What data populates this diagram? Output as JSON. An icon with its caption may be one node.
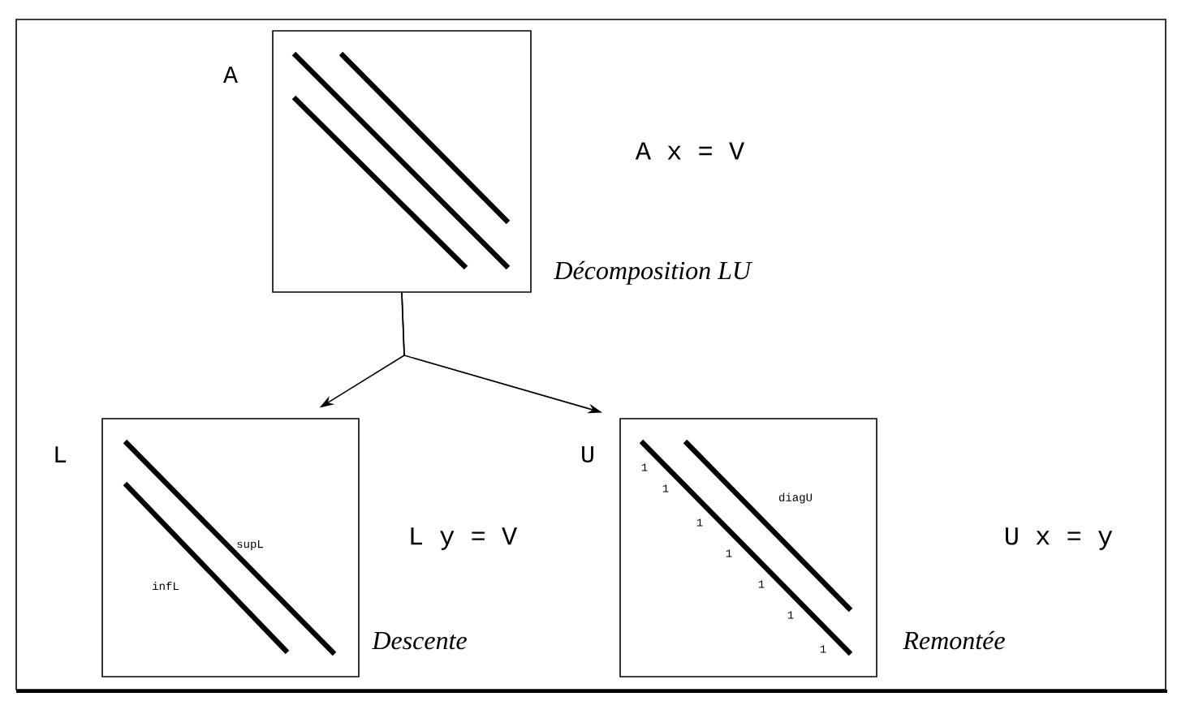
{
  "diagram": {
    "nodes": [
      {
        "text": [
          "A"
        ],
        "beside": [
          "A x = V",
          "Décomposition LU"
        ]
      },
      {
        "text": [
          "L",
          "supL",
          "infL"
        ],
        "beside": [
          "L y = V",
          "Descente"
        ]
      },
      {
        "text": [
          "U",
          "diagU",
          "1",
          "1",
          "1",
          "1",
          "1",
          "1",
          "1"
        ],
        "beside": [
          "U x = y",
          "Remontée"
        ]
      }
    ],
    "edges": [
      {
        "from": 0,
        "to": 1,
        "arrow": "to"
      },
      {
        "from": 0,
        "to": 2,
        "arrow": "to"
      }
    ]
  }
}
